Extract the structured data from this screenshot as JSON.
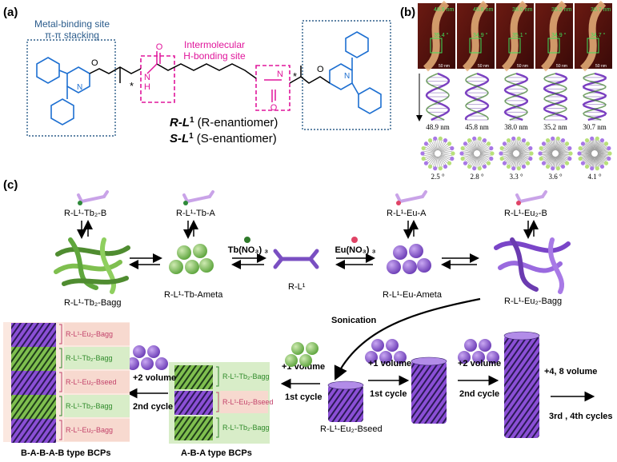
{
  "panel_a": {
    "label": "(a)",
    "metal_binding_line1": "Metal-binding site",
    "metal_binding_line2": "π-π stacking",
    "hbond_line1": "Intermolecular",
    "hbond_line2": "H-bonding site",
    "atoms": {
      "O": "O",
      "N": "N",
      "NH": "N",
      "H": "H",
      "HN": "N",
      "star": "*"
    },
    "r_name": "R-L",
    "r_sup": "1",
    "r_desc": "(R-enantiomer)",
    "s_name": "S-L",
    "s_sup": "1",
    "s_desc": "(S-enantiomer)"
  },
  "panel_b": {
    "label": "(b)",
    "afm": [
      {
        "pitch": "48.9 nm",
        "angle": "35.4 °",
        "scale": "50 nm"
      },
      {
        "pitch": "45.8 nm",
        "angle": "34.9 °",
        "scale": "50 nm"
      },
      {
        "pitch": "38.0 nm",
        "angle": "35.1 °",
        "scale": "50 nm"
      },
      {
        "pitch": "35.2 nm",
        "angle": "34.9 °",
        "scale": "50 nm"
      },
      {
        "pitch": "30.7 nm",
        "angle": "34.7 °",
        "scale": "50 nm"
      }
    ],
    "helix_labels": [
      "48.9 nm",
      "45.8 nm",
      "38.0 nm",
      "35.2 nm",
      "30.7 nm"
    ],
    "twist_angles": [
      "2.5 °",
      "2.8 °",
      "3.3 °",
      "3.6 °",
      "4.1 °"
    ]
  },
  "panel_c": {
    "label": "(c)",
    "tb2b": "R-L¹-Tb₂-B",
    "tba": "R-L¹-Tb-A",
    "eua": "R-L¹-Eu-A",
    "eu2b": "R-L¹-Eu₂-B",
    "tb2b_agg": "R-L¹-Tb₂-Bagg",
    "tb_ameta": "R-L¹-Tb-Ameta",
    "rl1": "R-L¹",
    "eu_ameta": "R-L¹-Eu-Ameta",
    "eu2b_agg": "R-L¹-Eu₂-Bagg",
    "tb_reagent": "Tb(NO₃) ₃",
    "eu_reagent": "Eu(NO₃) ₃",
    "sonication": "Sonication",
    "seed_label": "R-L¹-Eu₂-Bseed",
    "vol_1": "+1 volume",
    "vol_1_cycle": "1st cycle",
    "vol_2": "+2 volume",
    "vol_2_cycle": "2nd cycle",
    "vol_48": "+4, 8 volume",
    "vol_48_cycle": "3rd , 4th cycles",
    "aba_vol": "+1 volume",
    "aba_cycle": "1st cycle",
    "babab_vol": "+2 volume",
    "babab_cycle": "2nd cycle",
    "aba_segments": [
      "R-L¹-Tb₂-Bagg",
      "R-L¹-Eu₂-Bseed",
      "R-L¹-Tb₂-Bagg"
    ],
    "babab_segments": [
      "R-L¹-Eu₂-Bagg",
      "R-L¹-Tb₂-Bagg",
      "R-L¹-Eu₂-Bseed",
      "R-L¹-Tb₂-Bagg",
      "R-L¹-Eu₂-Bagg"
    ],
    "aba_title": "A-B-A type BCPs",
    "babab_title": "B-A-B-A-B type BCPs"
  },
  "colors": {
    "blue_ring": "#1d6fd1",
    "magenta": "#e0169b",
    "eu_purple": "#8b4fd6",
    "tb_green": "#6fbf3f",
    "eu_box": "#f7d9cf",
    "tb_box": "#d8edc8"
  }
}
